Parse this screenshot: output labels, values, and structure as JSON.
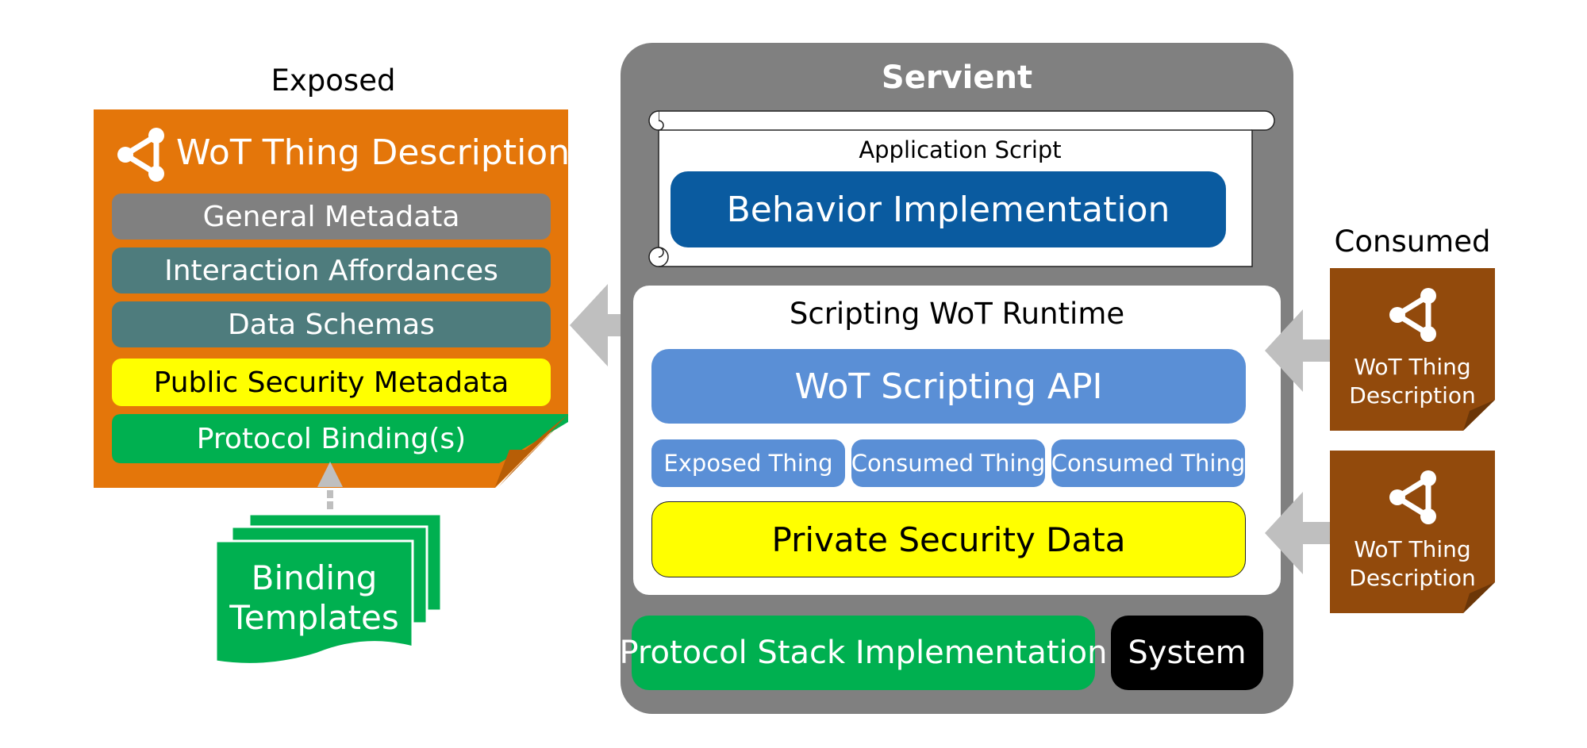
{
  "exposed": {
    "caption": "Exposed",
    "td_title": "WoT Thing Description",
    "rows": {
      "general": "General Metadata",
      "interaction": "Interaction Affordances",
      "schemas": "Data Schemas",
      "public_security": "Public Security Metadata",
      "protocol": "Protocol Binding(s)"
    },
    "binding_templates": [
      "Binding",
      "Templates"
    ]
  },
  "servient": {
    "title": "Servient",
    "application_script": "Application Script",
    "behavior": "Behavior Implementation",
    "runtime": {
      "title": "Scripting WoT Runtime",
      "api": "WoT Scripting API",
      "things": [
        "Exposed Thing",
        "Consumed Thing",
        "Consumed Thing"
      ],
      "private_security": "Private Security Data"
    },
    "protocol_stack": "Protocol Stack Implementation",
    "system": "System"
  },
  "consumed": {
    "caption": "Consumed",
    "tds": [
      [
        "WoT Thing",
        "Description"
      ],
      [
        "WoT Thing",
        "Description"
      ]
    ]
  },
  "colors": {
    "orange": "#E4760A",
    "brown": "#924A0C",
    "gray_box": "#808080",
    "teal": "#4E7C7D",
    "yellow": "#FFFF00",
    "green": "#00B050",
    "dark_blue": "#0A5BA0",
    "light_blue": "#5A8FD6",
    "arrow_gray": "#BFBFBF"
  },
  "icons": [
    "share-icon"
  ]
}
